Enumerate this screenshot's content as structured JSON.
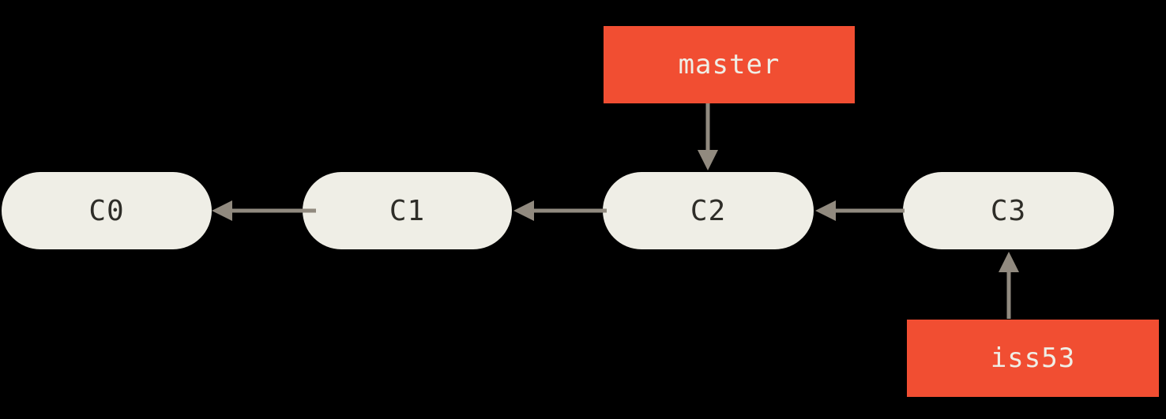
{
  "diagram": {
    "nodes": [
      {
        "id": "C0",
        "label": "C0"
      },
      {
        "id": "C1",
        "label": "C1"
      },
      {
        "id": "C2",
        "label": "C2"
      },
      {
        "id": "C3",
        "label": "C3"
      }
    ],
    "branches": [
      {
        "id": "master",
        "label": "master"
      },
      {
        "id": "iss53",
        "label": "iss53"
      }
    ],
    "edges": [
      {
        "from": "C1",
        "to": "C0"
      },
      {
        "from": "C2",
        "to": "C1"
      },
      {
        "from": "C3",
        "to": "C2"
      },
      {
        "from": "master",
        "to": "C2"
      },
      {
        "from": "iss53",
        "to": "C3"
      }
    ]
  },
  "colors": {
    "background": "#000000",
    "node-fill": "#efeee6",
    "node-text": "#2e2d28",
    "branch-fill": "#f14e32",
    "branch-text": "#efeee6",
    "arrow": "#918a7f"
  }
}
